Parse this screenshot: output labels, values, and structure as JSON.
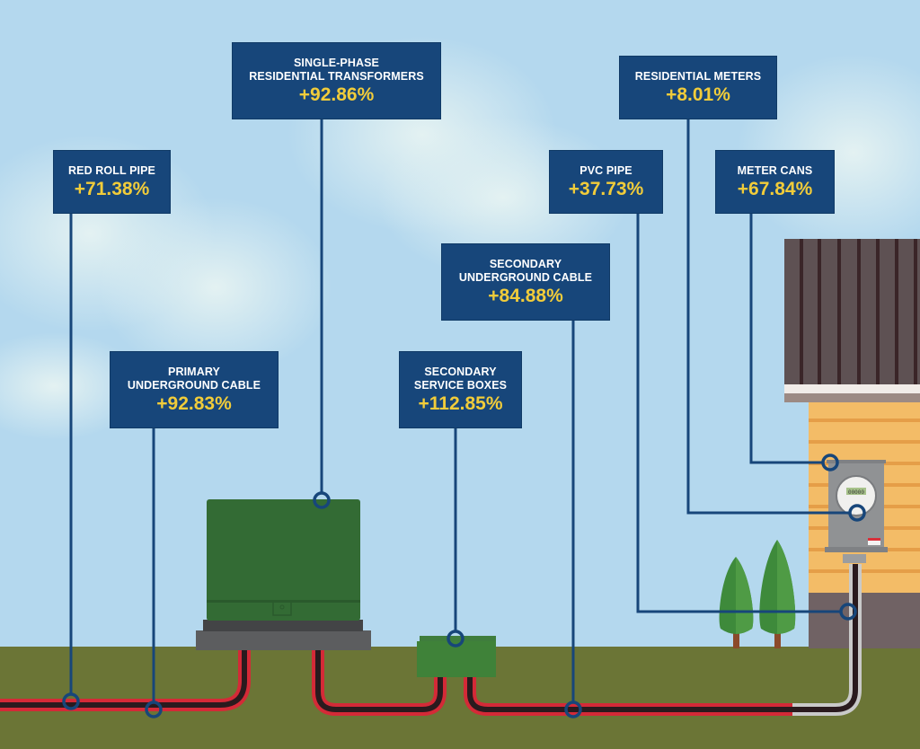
{
  "title": "Underground residential electrical distribution component price increases",
  "colors": {
    "sky": "#b7dcef",
    "ground": "#6b7536",
    "label_box": "#17467a",
    "label_text": "#ffffff",
    "value_text": "#f1cc3a",
    "leader_line": "#17467a",
    "cable_outer": "#d42a37",
    "cable_inner": "#2a1a1e",
    "pvc_pipe": "#c9c9c9",
    "transformer": "#336b34",
    "house_siding": "#f3bc67",
    "roof": "#5e5153"
  },
  "labels": [
    {
      "id": "single-phase-transformers",
      "name": "SINGLE-PHASE\nRESIDENTIAL TRANSFORMERS",
      "value": "+92.86%",
      "points_to": "transformer"
    },
    {
      "id": "residential-meters",
      "name": "RESIDENTIAL METERS",
      "value": "+8.01%",
      "points_to": "meter"
    },
    {
      "id": "red-roll-pipe",
      "name": "RED ROLL PIPE",
      "value": "+71.38%",
      "points_to": "red pipe"
    },
    {
      "id": "pvc-pipe",
      "name": "PVC PIPE",
      "value": "+37.73%",
      "points_to": "pvc conduit"
    },
    {
      "id": "meter-cans",
      "name": "METER CANS",
      "value": "+67.84%",
      "points_to": "meter can"
    },
    {
      "id": "secondary-underground-cable",
      "name": "SECONDARY\nUNDERGROUND CABLE",
      "value": "+84.88%",
      "points_to": "secondary cable"
    },
    {
      "id": "primary-underground-cable",
      "name": "PRIMARY\nUNDERGROUND CABLE",
      "value": "+92.83%",
      "points_to": "primary cable"
    },
    {
      "id": "secondary-service-boxes",
      "name": "SECONDARY\nSERVICE BOXES",
      "value": "+112.85%",
      "points_to": "service box"
    }
  ],
  "meter_display": "00000"
}
